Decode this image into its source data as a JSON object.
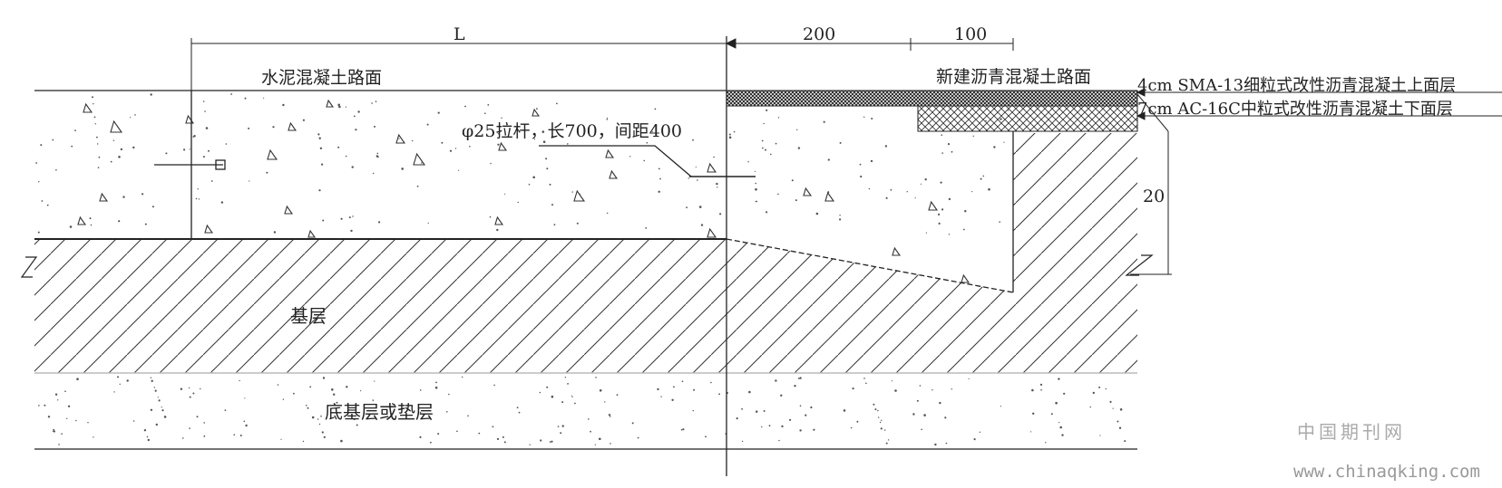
{
  "dimensions": {
    "L": "L",
    "d200": "200",
    "d100": "100",
    "d20": "20"
  },
  "labels": {
    "cement_pavement": "水泥混凝土路面",
    "new_asphalt": "新建沥青混凝土路面",
    "tie_bar": "φ25拉杆，长700，间距400",
    "base": "基层",
    "subbase": "底基层或垫层"
  },
  "layers": {
    "upper": "4cm SMA-13细粒式改性沥青混凝土上面层",
    "lower": "7cm AC-16C中粒式改性沥青混凝土下面层"
  },
  "watermark": {
    "cn": "中国期刊网",
    "url": "www.chinaqking.com"
  },
  "colors": {
    "line": "#222222",
    "hatch": "#333333",
    "speck": "#555555",
    "watermark": "#999999"
  }
}
